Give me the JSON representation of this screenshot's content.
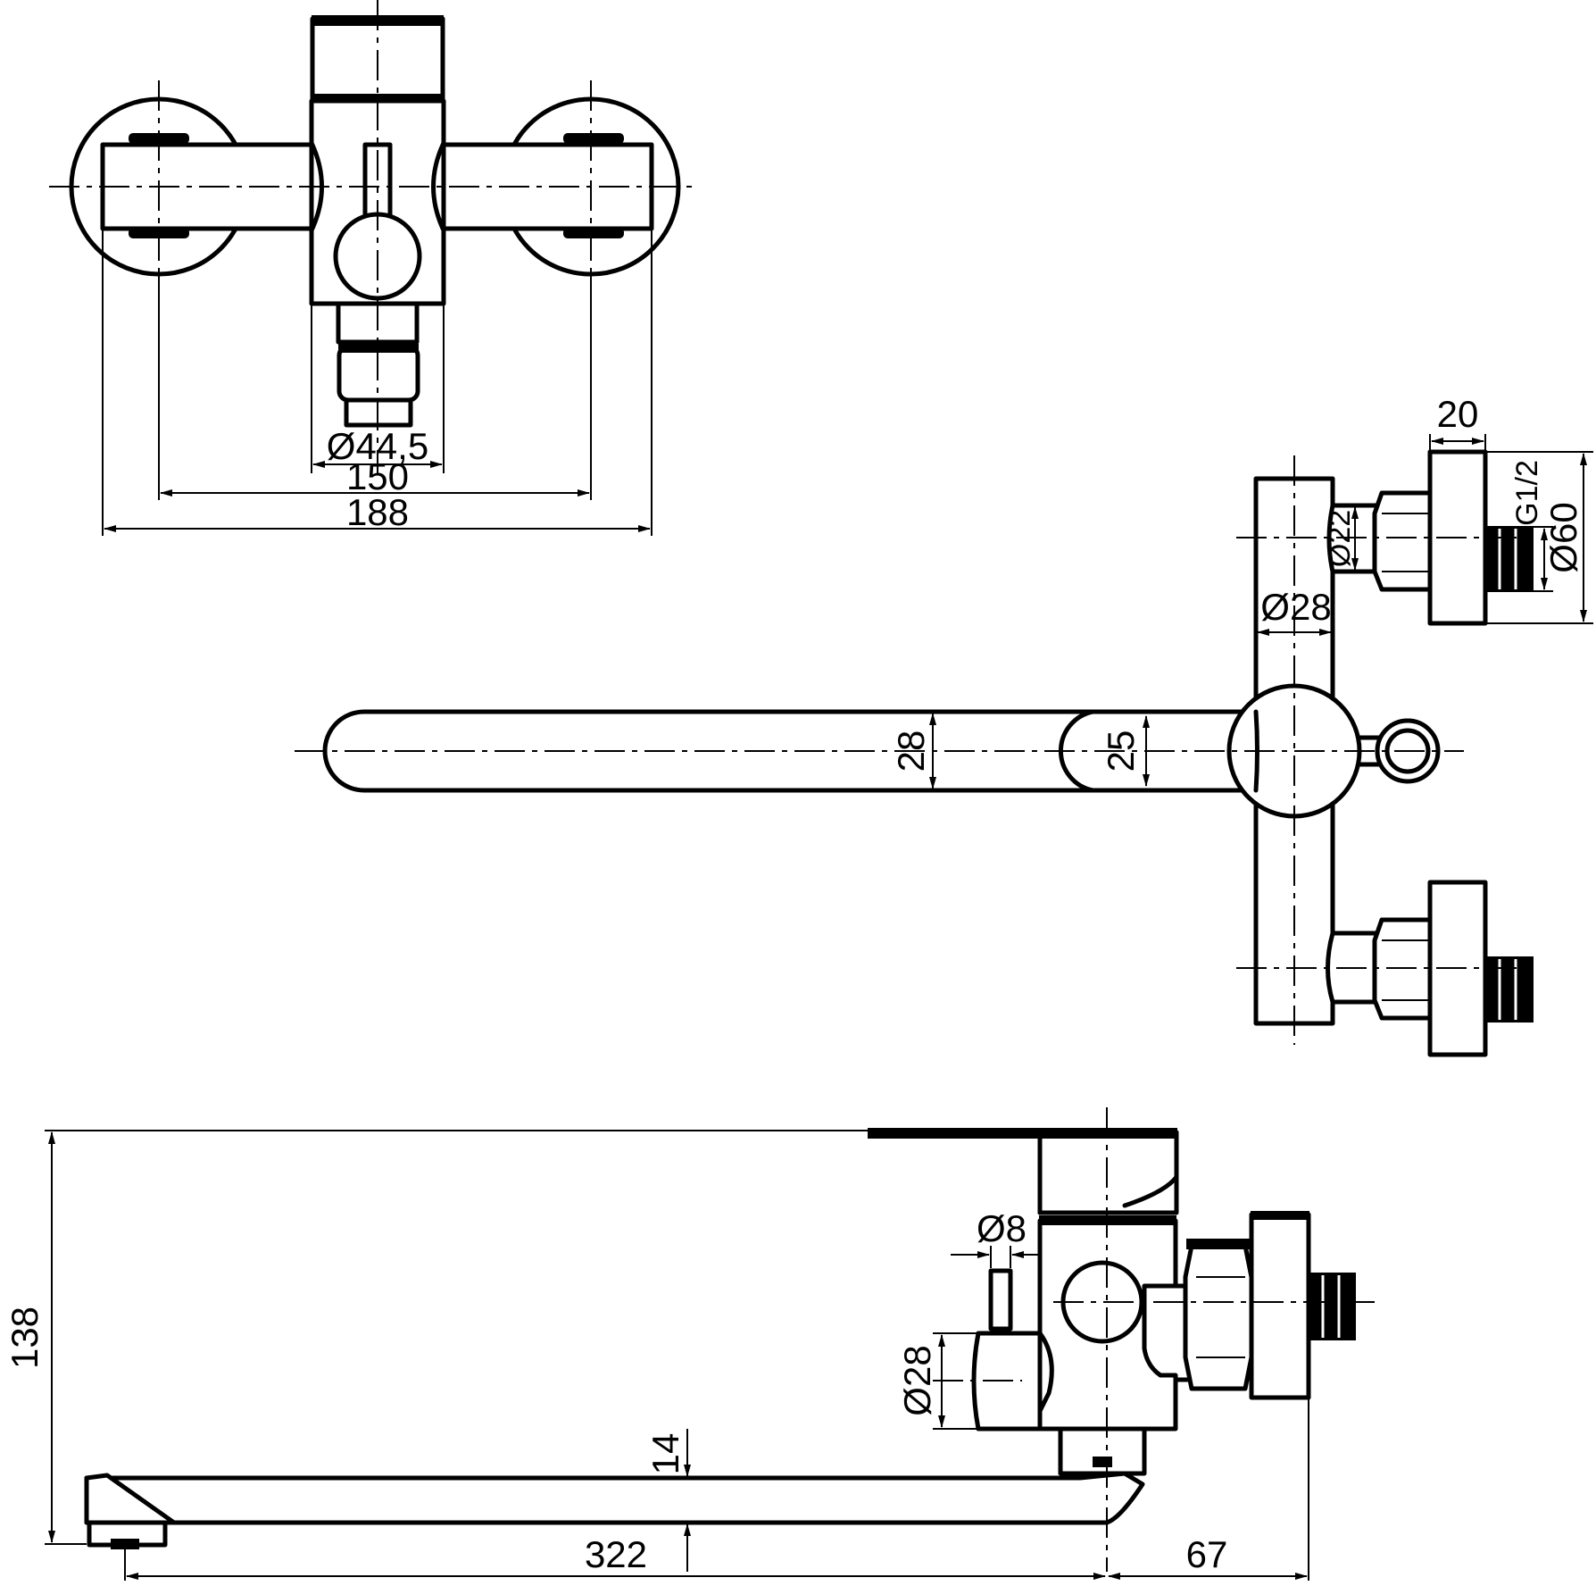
{
  "dimensions": {
    "top_view": {
      "outlet_diameter": "Ø44,5",
      "center_distance": "150",
      "overall_width": "188"
    },
    "side_view": {
      "connector_width": "20",
      "thread": "G1/2",
      "escutcheon_diameter": "Ø60",
      "inlet_diameter": "Ø22",
      "body_diameter": "Ø28",
      "spout_width": "28",
      "spout_inner": "25"
    },
    "front_view": {
      "overall_height": "138",
      "lever_pin": "Ø8",
      "outlet_body": "Ø28",
      "spout_thickness": "14",
      "spout_length": "322",
      "wall_offset": "67"
    }
  }
}
